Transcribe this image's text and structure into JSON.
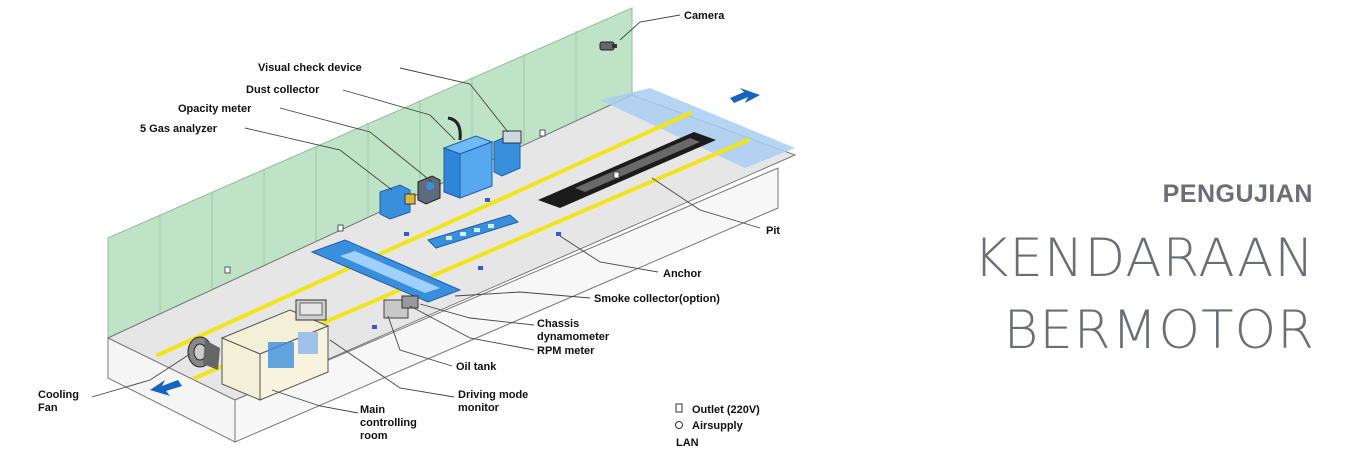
{
  "diagram": {
    "labels": {
      "camera": "Camera",
      "visual_check": "Visual check device",
      "dust_collector": "Dust collector",
      "opacity_meter": "Opacity meter",
      "gas_analyzer": "5 Gas analyzer",
      "pit": "Pit",
      "anchor": "Anchor",
      "smoke_collector": "Smoke collector(option)",
      "chassis_1": "Chassis",
      "chassis_2": "dynamometer",
      "rpm_meter": "RPM meter",
      "oil_tank": "Oil tank",
      "driving_1": "Driving mode",
      "driving_2": "monitor",
      "cooling_1": "Cooling",
      "cooling_2": "Fan",
      "main_1": "Main",
      "main_2": "controlling",
      "main_3": "room"
    },
    "legend": {
      "outlet": "Outlet (220V)",
      "airsupply": "Airsupply",
      "lan": "LAN"
    },
    "colors": {
      "wall": "#bfe3c6",
      "floor": "#e6e6e6",
      "lane_line": "#f2e41b",
      "equipment": "#3a8fdc",
      "arrow": "#1565c0",
      "pit_zone": "#a9cdf2"
    }
  },
  "title": {
    "line1": "PENGUJIAN",
    "line2": "KENDARAAN",
    "line3": "BERMOTOR"
  }
}
